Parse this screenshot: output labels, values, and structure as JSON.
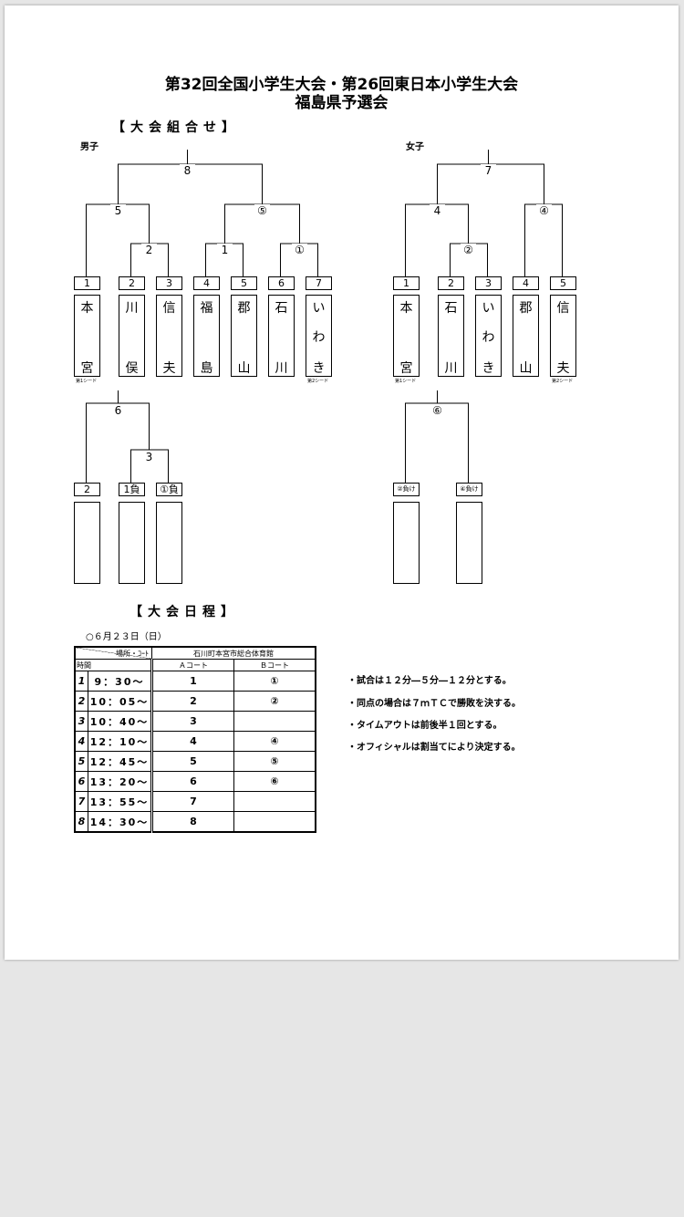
{
  "title": {
    "line1": "第32回全国小学生大会・第26回東日本小学生大会",
    "line2": "福島県予選会"
  },
  "sections": {
    "bracket": "【大会組合せ】",
    "schedule": "【大会日程】"
  },
  "boys": {
    "label": "男子",
    "match_numbers": {
      "final": "8",
      "left_semi": "5",
      "right_semi": "⑤",
      "m2": "2",
      "m1": "1",
      "m1c": "①",
      "cons_final": "6",
      "cons_semi": "3"
    },
    "teams": [
      {
        "slot": "1",
        "chars": [
          "本",
          "",
          "宮"
        ],
        "seed": "第1シード"
      },
      {
        "slot": "2",
        "chars": [
          "川",
          "",
          "俣"
        ],
        "seed": ""
      },
      {
        "slot": "3",
        "chars": [
          "信",
          "",
          "夫"
        ],
        "seed": ""
      },
      {
        "slot": "4",
        "chars": [
          "福",
          "",
          "島"
        ],
        "seed": ""
      },
      {
        "slot": "5",
        "chars": [
          "郡",
          "",
          "山"
        ],
        "seed": ""
      },
      {
        "slot": "6",
        "chars": [
          "石",
          "",
          "川"
        ],
        "seed": ""
      },
      {
        "slot": "7",
        "chars": [
          "い",
          "わ",
          "き"
        ],
        "seed": "第2シード"
      }
    ],
    "consolation_slots": [
      "2",
      "1負",
      "①負"
    ]
  },
  "girls": {
    "label": "女子",
    "match_numbers": {
      "final": "7",
      "left_semi": "4",
      "right_semi": "④",
      "m2c": "②",
      "cons": "⑥"
    },
    "teams": [
      {
        "slot": "1",
        "chars": [
          "本",
          "",
          "宮"
        ],
        "seed": "第1シード"
      },
      {
        "slot": "2",
        "chars": [
          "石",
          "",
          "川"
        ],
        "seed": ""
      },
      {
        "slot": "3",
        "chars": [
          "い",
          "わ",
          "き"
        ],
        "seed": ""
      },
      {
        "slot": "4",
        "chars": [
          "郡",
          "",
          "山"
        ],
        "seed": ""
      },
      {
        "slot": "5",
        "chars": [
          "信",
          "",
          "夫"
        ],
        "seed": "第2シード"
      }
    ],
    "consolation_slots": [
      "②負け",
      "④負け"
    ]
  },
  "schedule": {
    "date": "○６月２３日（日）",
    "header_place_court": "場所・ｺｰﾄ",
    "header_time": "時間",
    "venue": "石川町本宮市総合体育館",
    "court_a": "Ａコート",
    "court_b": "Ｂコート",
    "rows": [
      {
        "no": "1",
        "time": "9：30〜",
        "a": "1",
        "b": "①"
      },
      {
        "no": "2",
        "time": "10：05〜",
        "a": "2",
        "b": "②"
      },
      {
        "no": "3",
        "time": "10：40〜",
        "a": "3",
        "b": ""
      },
      {
        "no": "4",
        "time": "12：10〜",
        "a": "4",
        "b": "④"
      },
      {
        "no": "5",
        "time": "12：45〜",
        "a": "5",
        "b": "⑤"
      },
      {
        "no": "6",
        "time": "13：20〜",
        "a": "6",
        "b": "⑥"
      },
      {
        "no": "7",
        "time": "13：55〜",
        "a": "7",
        "b": ""
      },
      {
        "no": "8",
        "time": "14：30〜",
        "a": "8",
        "b": ""
      }
    ]
  },
  "notes": [
    "・試合は１２分―５分―１２分とする。",
    "・同点の場合は７ｍＴＣで勝敗を決する。",
    "・タイムアウトは前後半１回とする。",
    "・オフィシャルは割当てにより決定する。"
  ]
}
